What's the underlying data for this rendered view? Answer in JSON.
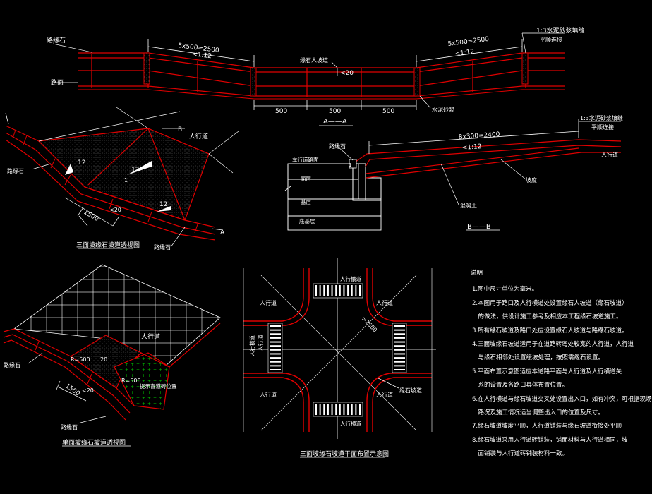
{
  "section_aa": {
    "label_curb": "路缘石",
    "label_road": "路面",
    "dim_left": "5x500=2500",
    "dim_right": "5x500=2500",
    "slope_left": "<1:12",
    "slope_right": "<1:12",
    "center_label": "缘石人坡道",
    "center_dim": "<20",
    "note_mortar": "1:3水泥砂浆填缝",
    "note_flat": "平顺连接",
    "bottom_dims": [
      "500",
      "500",
      "500"
    ],
    "concrete_label": "水泥砂浆",
    "title": "A——A"
  },
  "three_sided_view": {
    "title": "三面坡缘石坡道透视图",
    "label_curb_left": "路缘石",
    "label_curb_right": "路缘石",
    "sidewalk": "人行道",
    "slope_a": "12",
    "slope_b": "12",
    "slope_c": "12",
    "ratio": "1",
    "dim_len": "1500",
    "dim_small": "<20",
    "cut_b": "B",
    "cut_a": "A"
  },
  "section_bb": {
    "curb": "路缘石",
    "layers": [
      "车行道路面",
      "面层",
      "基层",
      "底基层"
    ],
    "dim_top": "8x300=2400",
    "slope": "<1:12",
    "note_mortar": "1:3水泥砂浆填缝",
    "note_flat": "平顺连接",
    "sidewalk_slope": "坡度",
    "sidewalk_label": "人行道",
    "concrete": "混凝土",
    "ratio": "1",
    "title": "B——B"
  },
  "single_view": {
    "title": "单面坡缘石坡道透视图",
    "curb_left": "路缘石",
    "curb_bottom": "路缘石",
    "sidewalk": "人行道",
    "radius_a": "R=500",
    "radius_b": "R=500",
    "slope_val": "20",
    "dim_len": "1500",
    "dim_small": "<20",
    "tactile": "提示盲道砖位置"
  },
  "plan_view": {
    "title": "三面坡缘石坡道平面布置示意图",
    "sidewalk_labels": [
      "人行道",
      "人行道",
      "人行道",
      "人行道",
      "人行道"
    ],
    "crossing_top": "人行横道",
    "crossing_bottom": "人行横道",
    "crossing_left": "人行横道",
    "dim_diag": ">2500",
    "curb_ramp": "缘石坡道"
  },
  "notes": {
    "heading": "说明",
    "items": [
      "1.图中尺寸单位为毫米。",
      "2.本图用于路口及人行横道处设置缘石人坡道（缘石坡道）",
      "　的做法，供设计施工参考及相应本工程缘石坡道施工。",
      "3.所有缘石坡道及路口处应设置缘石人坡道与路缘石坡道。",
      "4.三面坡缘石坡道适用于在道路转弯处较宽的人行道，人行道",
      "　与缘石相邻处设置缓坡处理，按照需缘石设置。",
      "5.平面布置示意图适应本道路平面与人行道及人行横道关",
      "　系的设置及各路口具体布置位置。",
      "6.在人行横道与缘石坡道交叉处设置出入口，如有冲突，可根据现场",
      "　路况及施工情况适当调整出入口的位置及尺寸。",
      "7.缘石坡道坡度平顺，人行道铺装与缘石坡道衔接处平顺",
      "8.缘石坡道采用人行道砖铺装，铺面材料与人行道相同，坡",
      "　面铺装与人行道砖铺装材料一致。"
    ]
  }
}
